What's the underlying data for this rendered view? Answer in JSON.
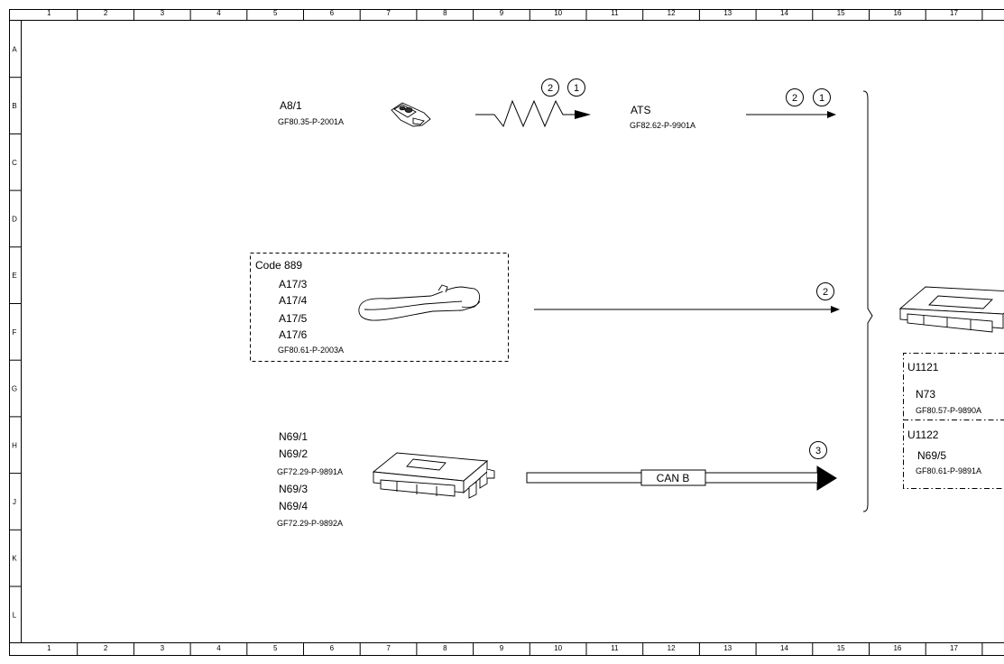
{
  "grid": {
    "columns": [
      "1",
      "2",
      "3",
      "4",
      "5",
      "6",
      "7",
      "8",
      "9",
      "10",
      "11",
      "12",
      "13",
      "14",
      "15",
      "16",
      "17"
    ],
    "rows": [
      "A",
      "B",
      "C",
      "D",
      "E",
      "F",
      "G",
      "H",
      "J",
      "K",
      "L"
    ]
  },
  "components": {
    "a8_1": {
      "label": "A8/1",
      "ref": "GF80.35-P-2001A"
    },
    "ats": {
      "label": "ATS",
      "ref": "GF82.62-P-9901A"
    },
    "code889": {
      "title": "Code 889",
      "labels": [
        "A17/3",
        "A17/4",
        "A17/5",
        "A17/6"
      ],
      "ref": "GF80.61-P-2003A"
    },
    "n69_group": {
      "labels1": [
        "N69/1",
        "N69/2"
      ],
      "ref1": "GF72.29-P-9891A",
      "labels2": [
        "N69/3",
        "N69/4"
      ],
      "ref2": "GF72.29-P-9892A"
    },
    "u1121": {
      "title": "U1121",
      "label": "N73",
      "ref": "GF80.57-P-9890A"
    },
    "u1122": {
      "title": "U1122",
      "label": "N69/5",
      "ref": "GF80.61-P-9891A"
    }
  },
  "signals": {
    "bus_label": "CAN B",
    "markers": {
      "rf_first": "2",
      "rf_second": "1",
      "ats_first": "2",
      "ats_second": "1",
      "handle": "2",
      "can": "3"
    }
  }
}
